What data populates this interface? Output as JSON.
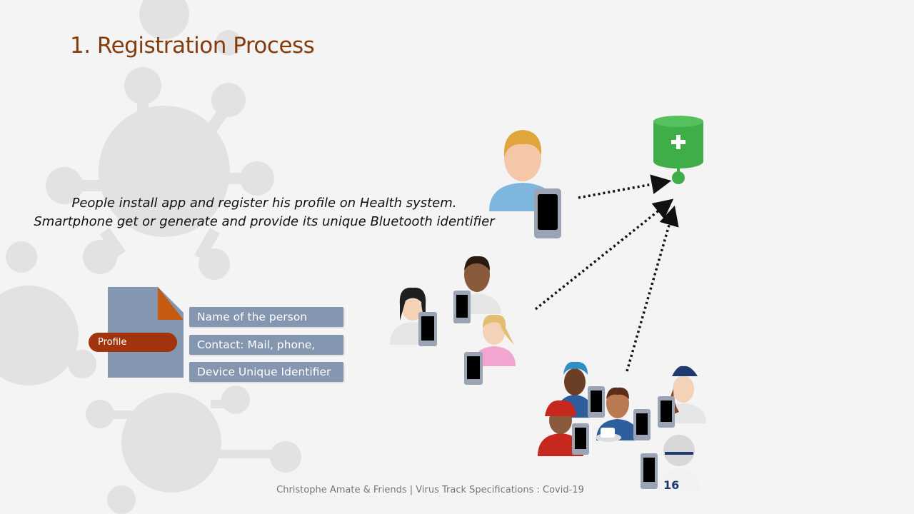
{
  "slide": {
    "title": "1. Registration Process",
    "description": {
      "line1": "People install app and register his profile on Health system.",
      "line2": "Smartphone get or generate and provide its unique Bluetooth identifier"
    },
    "profile": {
      "label": "Profile",
      "fields": [
        "Name of the person",
        "Contact: Mail, phone,",
        "Device Unique Identifier"
      ]
    },
    "footer": "Christophe Amate  & Friends | Virus Track Specifications : Covid-19"
  },
  "icons": {
    "health_system": "medical-database-icon",
    "user": "user-with-smartphone-icon",
    "small_group": "small-group-with-smartphones-icon",
    "large_group": "crowd-with-smartphones-icon"
  },
  "colors": {
    "title": "#843c0c",
    "profile_badge": "#a1330d",
    "field_bg": "#8596b0",
    "document": "#8596b0",
    "document_corner": "#c55a11",
    "database": "#3fae49"
  }
}
